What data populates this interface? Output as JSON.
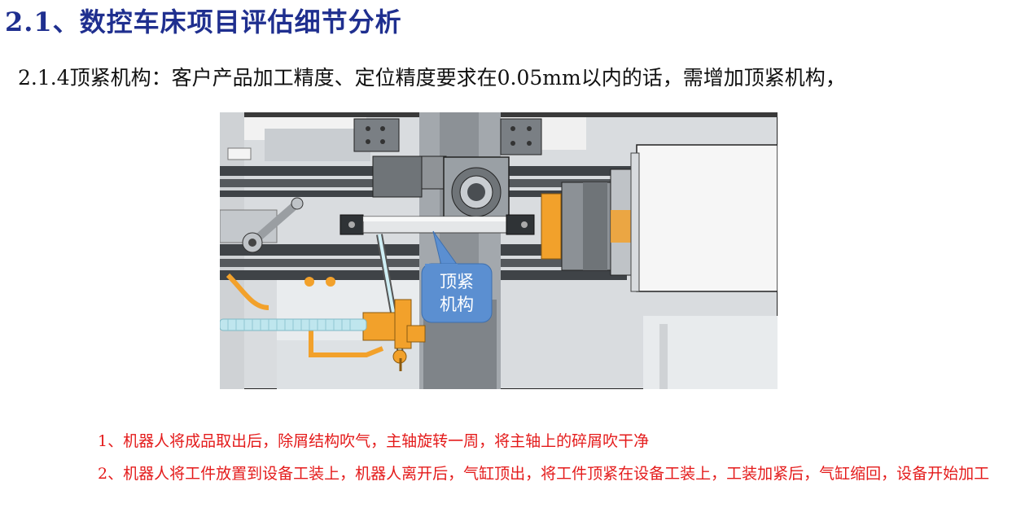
{
  "slide": {
    "title": "2.1、数控车床项目评估细节分析",
    "subtitle": "2.1.4顶紧机构：客户产品加工精度、定位精度要求在0.05mm以内的话，需增加顶紧机构，"
  },
  "figure": {
    "callout_line1": "顶紧",
    "callout_line2": "机构",
    "colors": {
      "callout_fill": "#5b8fd1",
      "fitting_orange": "#f2a12b",
      "hose_cyan": "#bfe6ee",
      "frame_dark": "#3f4347"
    }
  },
  "steps": [
    "1、机器人将成品取出后，除屑结构吹气，主轴旋转一周，将主轴上的碎屑吹干净",
    "2、机器人将工件放置到设备工装上，机器人离开后，气缸顶出，将工件顶紧在设备工装上，工装加紧后，气缸缩回，设备开始加工"
  ]
}
